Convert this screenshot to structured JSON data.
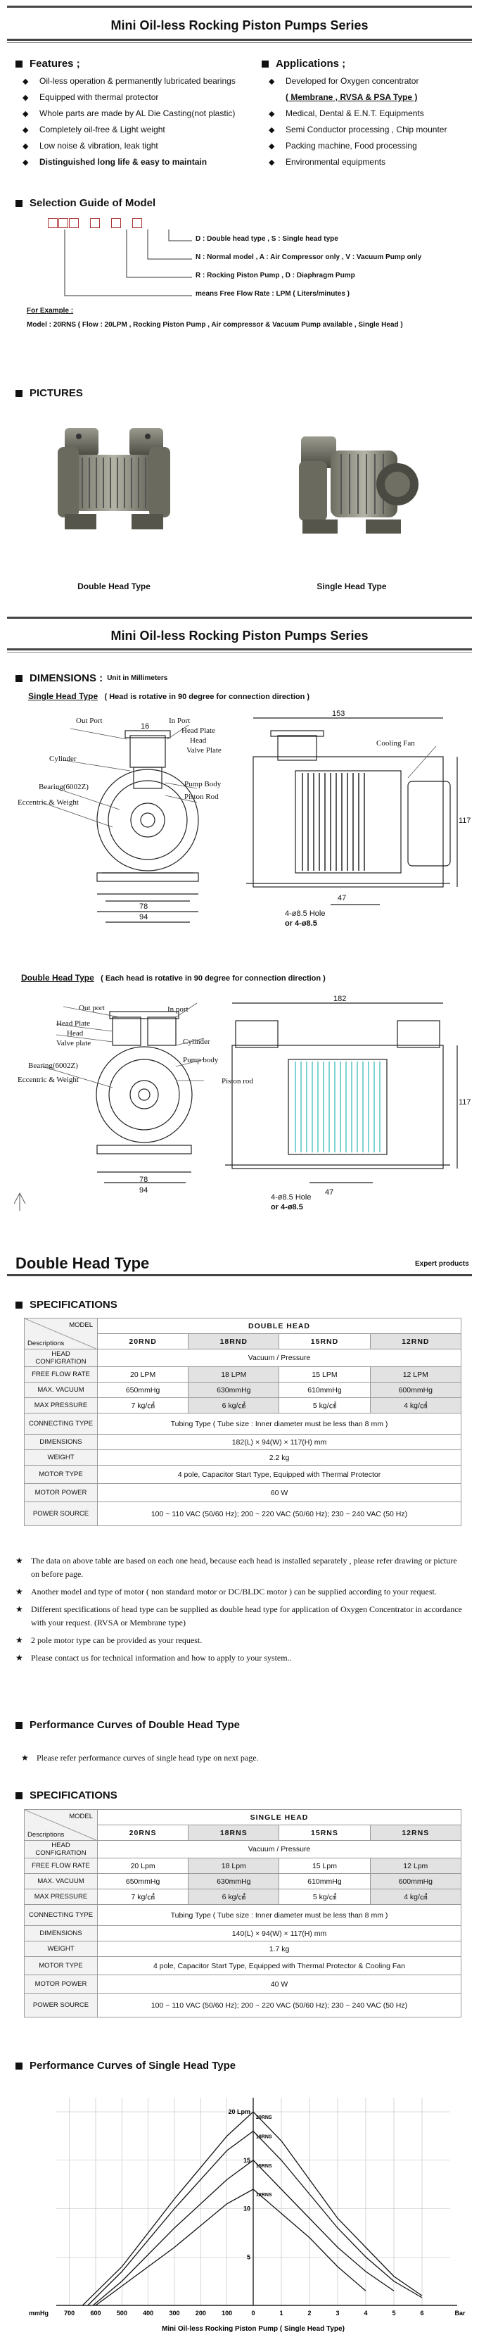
{
  "page_title": "Mini Oil-less Rocking Piston Pumps Series",
  "features": {
    "heading": "Features ;",
    "items": [
      "Oil-less operation & permanently lubricated bearings",
      "Equipped with thermal protector",
      "Whole parts are made by AL Die Casting(not plastic)",
      "Completely oil-free & Light weight",
      "Low noise & vibration, leak tight",
      "Distinguished long life & easy to maintain"
    ]
  },
  "applications": {
    "heading": "Applications ;",
    "items": [
      "Developed for Oxygen concentrator",
      "( Membrane , RVSA & PSA Type )",
      "Medical, Dental & E.N.T. Equipments",
      "Semi Conductor processing , Chip mounter",
      "Packing machine, Food processing",
      "Environmental equipments"
    ]
  },
  "selection": {
    "heading": "Selection Guide of Model",
    "lines": [
      "D : Double head type , S : Single head type",
      "N : Normal model , A : Air Compressor only , V : Vacuum Pump only",
      "R : Rocking Piston Pump , D : Diaphragm Pump",
      "means Free Flow Rate : LPM ( Liters/minutes )"
    ],
    "example_label": "For Example :",
    "example": "Model : 20RNS ( Flow : 20LPM , Rocking Piston Pump , Air compressor & Vacuum Pump available , Single Head )"
  },
  "pictures": {
    "heading": "PICTURES",
    "double_caption": "Double Head Type",
    "single_caption": "Single Head Type"
  },
  "dimensions": {
    "heading": "DIMENSIONS :",
    "unit": "Unit in Millimeters",
    "single_title": "Single Head Type",
    "single_note": "( Head is rotative in 90 degree for connection direction )",
    "double_title": "Double Head Type",
    "double_note": "( Each head is rotative in 90 degree for connection direction )",
    "single_labels": {
      "out_port": "Out Port",
      "in_port": "In Port",
      "head_plate": "Head Plate",
      "head": "Head",
      "valve_plate": "Valve Plate",
      "cylinder": "Cylinder",
      "bearing": "Bearing(6002Z)",
      "pump_body": "Pump Body",
      "piston_rod": "Piston Rod",
      "eccentric": "Eccentric & Weight",
      "cooling_fan": "Cooling Fan",
      "hole": "4-ø8.5 Hole",
      "hole2": "or 4-ø8.5",
      "d153": "153",
      "d117": "117",
      "d16": "16",
      "d47": "47",
      "d78": "78",
      "d94": "94"
    },
    "double_labels": {
      "out_port": "Out port",
      "in_port": "In port",
      "head_plate": "Head Plate",
      "head": "Head",
      "valve_plate": "Valve plate",
      "cylinder": "Cylinder",
      "bearing": "Bearing(6002Z)",
      "pump_body": "Pump body",
      "piston_rod": "Piston rod",
      "eccentric": "Eccentric & Weight",
      "hole": "4-ø8.5 Hole",
      "hole2": "or 4-ø8.5",
      "d182": "182",
      "d117": "117",
      "d47": "47",
      "d78": "78",
      "d94": "94"
    }
  },
  "double_section": {
    "title": "Double Head Type",
    "tag": "Expert products",
    "spec_heading": "SPECIFICATIONS",
    "model_label": "MODEL",
    "desc_label": "Descriptions",
    "group_label": "DOUBLE HEAD",
    "models": [
      "20RND",
      "18RND",
      "15RND",
      "12RND"
    ],
    "rows": [
      {
        "label": "HEAD CONFIGRATION",
        "span": "Vacuum / Pressure"
      },
      {
        "label": "FREE FLOW RATE",
        "cells": [
          "20 LPM",
          "18 LPM",
          "15 LPM",
          "12 LPM"
        ]
      },
      {
        "label": "MAX. VACUUM",
        "cells": [
          "650mmHg",
          "630mmHg",
          "610mmHg",
          "600mmHg"
        ]
      },
      {
        "label": "MAX PRESSURE",
        "cells": [
          "7 kg/㎠",
          "6 kg/㎠",
          "5 kg/㎠",
          "4 kg/㎠"
        ]
      },
      {
        "label": "CONNECTING TYPE",
        "span": "Tubing Type ( Tube size : Inner diameter must be less than 8 mm )"
      },
      {
        "label": "DIMENSIONS",
        "span": "182(L) × 94(W) × 117(H) mm"
      },
      {
        "label": "WEIGHT",
        "span": "2.2 kg"
      },
      {
        "label": "MOTOR TYPE",
        "span": "4 pole, Capacitor Start Type, Equipped with Thermal Protector"
      },
      {
        "label": "MOTOR POWER",
        "span": "60 W"
      },
      {
        "label": "POWER SOURCE",
        "span": "100 ~ 110 VAC (50/60 Hz);   200 ~ 220 VAC (50/60 Hz);   230 ~ 240 VAC (50 Hz)"
      }
    ],
    "notes": [
      "The data on above table are based on each one head, because each head is installed separately , please refer drawing or picture on before page.",
      "Another model and type of motor ( non standard motor or DC/BLDC motor ) can be supplied according to your request.",
      "Different specifications of head type can be supplied as double head type for application of Oxygen Concentrator in accordance with your request. (RVSA or Membrane type)",
      "2 pole motor type can be provided as your request.",
      "Please contact us for technical information and how to apply to your system.."
    ],
    "perf_heading": "Performance Curves of Double Head Type",
    "perf_note": "Please refer performance curves of single head type on next page."
  },
  "single_section": {
    "spec_heading": "SPECIFICATIONS",
    "model_label": "MODEL",
    "desc_label": "Descriptions",
    "group_label": "SINGLE   HEAD",
    "models": [
      "20RNS",
      "18RNS",
      "15RNS",
      "12RNS"
    ],
    "rows": [
      {
        "label": "HEAD CONFIGRATION",
        "span": "Vacuum / Pressure"
      },
      {
        "label": "FREE FLOW RATE",
        "cells": [
          "20 Lpm",
          "18 Lpm",
          "15 Lpm",
          "12 Lpm"
        ]
      },
      {
        "label": "MAX. VACUUM",
        "cells": [
          "650mmHg",
          "630mmHg",
          "610mmHg",
          "600mmHg"
        ]
      },
      {
        "label": "MAX PRESSURE",
        "cells": [
          "7 kg/㎠",
          "6 kg/㎠",
          "5 kg/㎠",
          "4 kg/㎠"
        ]
      },
      {
        "label": "CONNECTING TYPE",
        "span": "Tubing Type ( Tube size : Inner diameter must be less than 8 mm )"
      },
      {
        "label": "DIMENSIONS",
        "span": "140(L) × 94(W) × 117(H) mm"
      },
      {
        "label": "WEIGHT",
        "span": "1.7 kg"
      },
      {
        "label": "MOTOR TYPE",
        "span": "4 pole, Capacitor Start Type, Equipped with Thermal Protector & Cooling Fan"
      },
      {
        "label": "MOTOR POWER",
        "span": "40 W"
      },
      {
        "label": "POWER SOURCE",
        "span": "100 ~ 110 VAC (50/60 Hz);   200 ~ 220 VAC (50/60 Hz);   230 ~ 240 VAC (50 Hz)"
      }
    ],
    "perf_heading": "Performance Curves of Single Head Type"
  },
  "chart_data": {
    "type": "line",
    "title": "",
    "xlabel": "Mini Oil-less Rocking Piston Pump ( Single Head Type)",
    "ylabel": "",
    "x_tick_labels": [
      "mmHg",
      "700",
      "600",
      "500",
      "400",
      "300",
      "200",
      "100",
      "0",
      "1",
      "2",
      "3",
      "4",
      "5",
      "6",
      "Bar"
    ],
    "y_tick_labels": [
      "20 Lpm",
      "15",
      "10",
      "5"
    ],
    "series": [
      {
        "name": "20RNS",
        "x": [
          -650,
          -500,
          -300,
          -100,
          0,
          1,
          2,
          3,
          4,
          5,
          6
        ],
        "y": [
          0,
          4,
          11,
          17.5,
          20,
          17,
          13,
          9,
          6,
          3,
          1
        ]
      },
      {
        "name": "18RNS",
        "x": [
          -630,
          -500,
          -300,
          -100,
          0,
          1,
          2,
          3,
          4,
          5,
          6
        ],
        "y": [
          0,
          3.5,
          10,
          16,
          18,
          15,
          11.5,
          8,
          5,
          2.5,
          0.8
        ]
      },
      {
        "name": "15RNS",
        "x": [
          -610,
          -500,
          -300,
          -100,
          0,
          1,
          2,
          3,
          4,
          5
        ],
        "y": [
          0,
          2.5,
          8,
          13,
          15,
          12,
          9,
          6,
          3.5,
          1.5
        ]
      },
      {
        "name": "12RNS",
        "x": [
          -600,
          -500,
          -300,
          -100,
          0,
          1,
          2,
          3,
          4
        ],
        "y": [
          0,
          2,
          6,
          10.5,
          12,
          9.5,
          7,
          4,
          1.5
        ]
      }
    ],
    "xlim": [
      -750,
      7
    ],
    "ylim": [
      0,
      20
    ],
    "grid": true
  }
}
